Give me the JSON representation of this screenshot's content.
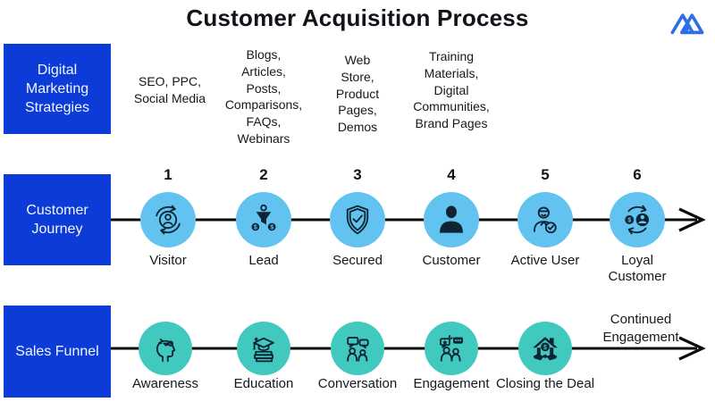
{
  "title": "Customer Acquisition Process",
  "logo": {
    "icon": "mountain-logo-icon",
    "color": "#2E6FE6"
  },
  "colors": {
    "row_label_blue": "#0C3BD8",
    "journey_circle_blue": "#62C3F0",
    "funnel_circle_teal": "#41C9BF",
    "line_black": "#0B0B0B",
    "icon_dark": "#0E2433"
  },
  "rows": {
    "marketing": {
      "label": "Digital Marketing Strategies",
      "columns": [
        "SEO, PPC,\nSocial Media",
        "Blogs,\nArticles,\nPosts,\nComparisons,\nFAQs,\nWebinars",
        "Web\nStore,\nProduct\nPages,\nDemos",
        "Training\nMaterials,\nDigital\nCommunities,\nBrand Pages"
      ]
    },
    "journey": {
      "label": "Customer Journey",
      "steps": [
        {
          "num": "1",
          "label": "Visitor",
          "icon": "user-refresh-icon"
        },
        {
          "num": "2",
          "label": "Lead",
          "icon": "funnel-coins-icon"
        },
        {
          "num": "3",
          "label": "Secured",
          "icon": "shield-check-icon"
        },
        {
          "num": "4",
          "label": "Customer",
          "icon": "person-silhouette-icon"
        },
        {
          "num": "5",
          "label": "Active User",
          "icon": "user-check-badge-icon"
        },
        {
          "num": "6",
          "label": "Loyal Customer",
          "icon": "loyalty-cycle-icon"
        }
      ]
    },
    "funnel": {
      "label": "Sales Funnel",
      "steps": [
        {
          "label": "Awareness",
          "icon": "head-key-icon"
        },
        {
          "label": "Education",
          "icon": "graduation-books-icon"
        },
        {
          "label": "Conversation",
          "icon": "people-chat-icon"
        },
        {
          "label": "Engagement",
          "icon": "people-engagement-icon"
        },
        {
          "label": "Closing the Deal",
          "icon": "house-handshake-icon"
        }
      ],
      "end_label": "Continued Engagement"
    }
  }
}
